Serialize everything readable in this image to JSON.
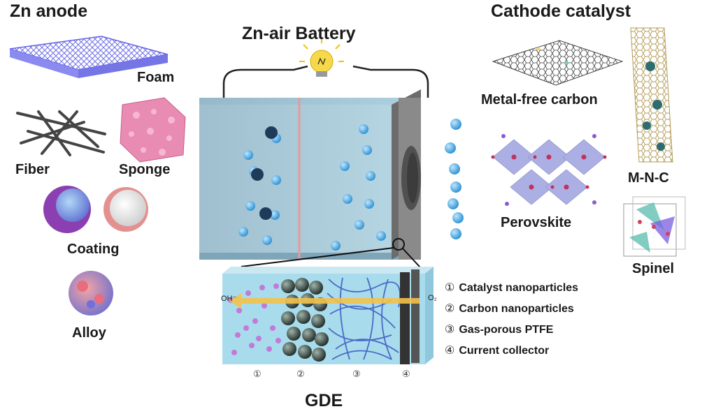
{
  "zn_anode": {
    "title": "Zn anode",
    "foam": "Foam",
    "fiber": "Fiber",
    "sponge": "Sponge",
    "coating": "Coating",
    "alloy": "Alloy"
  },
  "battery": {
    "title": "Zn-air Battery"
  },
  "cathode": {
    "title": "Cathode catalyst",
    "metal_free_carbon": "Metal-free carbon",
    "mnc": "M-N-C",
    "perovskite": "Perovskite",
    "spinel": "Spinel"
  },
  "gde": {
    "title": "GDE",
    "oh": "OH⁻",
    "o2": "O₂",
    "legend": [
      {
        "num": "①",
        "label": "Catalyst nanoparticles"
      },
      {
        "num": "②",
        "label": "Carbon nanoparticles"
      },
      {
        "num": "③",
        "label": "Gas-porous PTFE"
      },
      {
        "num": "④",
        "label": "Current collector"
      }
    ],
    "indices": [
      "①",
      "②",
      "③",
      "④"
    ]
  },
  "colors": {
    "electrolyte": "#9fc6d8",
    "molecule": "#3aa6e0",
    "collector": "#777777",
    "catalyst": "#c27ad8",
    "carbon": "#3b4a45",
    "ptfe": "#3a55c0",
    "arrow": "#f2c14a"
  }
}
